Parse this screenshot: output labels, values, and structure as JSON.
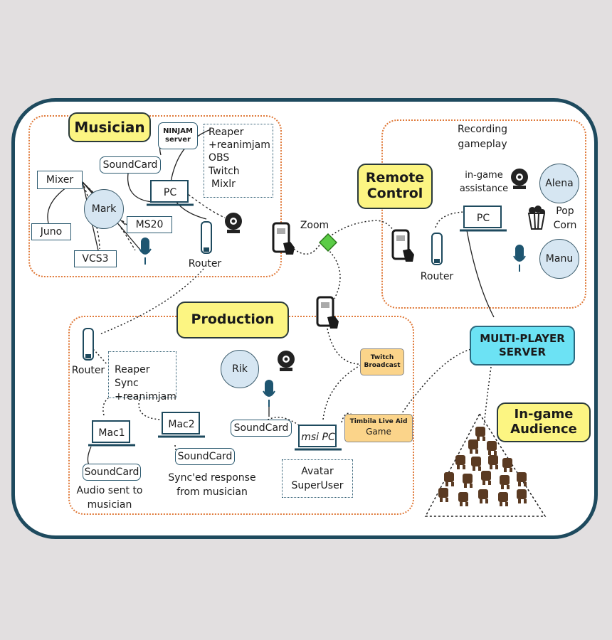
{
  "regions": {
    "musician": {
      "title": "Musician"
    },
    "remote": {
      "title": "Remote Control"
    },
    "production": {
      "title": "Production"
    }
  },
  "musician": {
    "ninjam": "NINJAM server",
    "apps": [
      "Reaper",
      "+reanimjam",
      "OBS",
      "Twitch",
      "Mixlr"
    ],
    "soundcard": "SoundCard",
    "mixer": "Mixer",
    "pc": "PC",
    "mark": "Mark",
    "ms20": "MS20",
    "juno": "Juno",
    "vcs3": "VCS3",
    "router": "Router"
  },
  "zoom": "Zoom",
  "remote": {
    "recording": "Recording gameplay",
    "assistance": "in-game assistance",
    "pc": "PC",
    "alena": "Alena",
    "popcorn": "Pop Corn",
    "manu": "Manu",
    "router": "Router"
  },
  "production": {
    "router": "Router",
    "reaper_sync": [
      "Reaper Sync",
      "+reanimjam"
    ],
    "rik": "Rik",
    "mac1": "Mac1",
    "mac2": "Mac2",
    "soundcard_mac1": "SoundCard",
    "soundcard_mac2": "SoundCard",
    "soundcard_msi": "SoundCard",
    "msi_pc": "msi PC",
    "audio_sent": "Audio sent to musician",
    "synced": "Sync'ed response from musician",
    "avatar": [
      "Avatar",
      "SuperUser"
    ],
    "twitch": "Twitch Broadcast",
    "timbila": [
      "Timbila Live Aid",
      "Game"
    ]
  },
  "server": [
    "MULTI-PLAYER",
    "SERVER"
  ],
  "audience": {
    "title": [
      "In-game",
      "Audience"
    ]
  }
}
